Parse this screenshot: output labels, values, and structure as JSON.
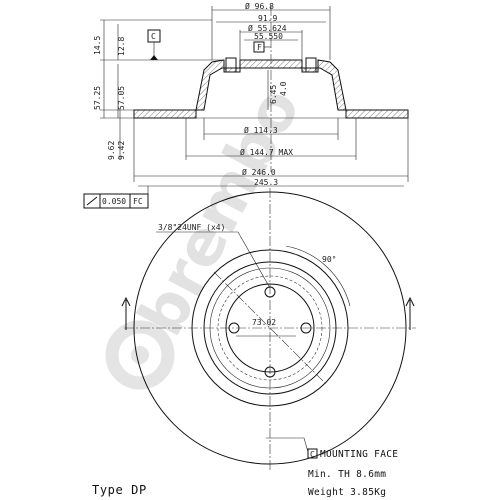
{
  "watermark": {
    "brand": "brembo"
  },
  "dimensions": {
    "d_968": "Ø 96.8",
    "d_919": "91.9",
    "d_55624": "Ø 55.624",
    "d_55550": "55.550",
    "h_145": "14.5",
    "h_128": "12.8",
    "h_5725": "57.25",
    "h_5705": "57.05",
    "h_645": "6.45",
    "h_40": "4.0",
    "h_962": "9.62",
    "h_942": "9.42",
    "d_1143": "Ø 114.3",
    "d_1447": "Ø 144.7 MAX",
    "d_2460": "Ø 246.0",
    "d_2453": "245.3",
    "thread": "3/8\"24UNF (x4)",
    "angle": "90°",
    "pcd": "73.02"
  },
  "datums": {
    "c": "C",
    "f": "F"
  },
  "tolerance": {
    "value": "0.050",
    "datum": "FC"
  },
  "notes": {
    "mounting_face": "MOUNTING FACE",
    "min_th": "Min. TH  8.6mm",
    "weight": "Weight  3.85Kg"
  },
  "type_label": "Type DP"
}
